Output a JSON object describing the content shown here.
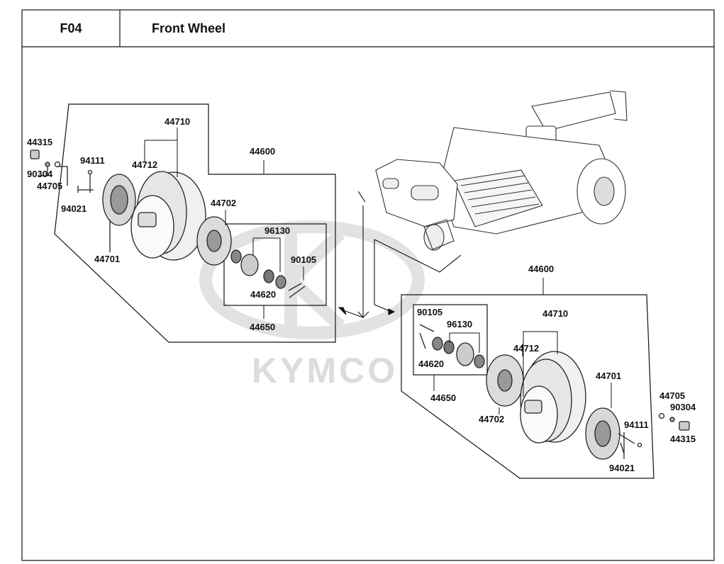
{
  "header": {
    "code": "F04",
    "title": "Front Wheel"
  },
  "watermark": {
    "brand": "KYMCO"
  },
  "left_assembly": {
    "parts": {
      "p44315": "44315",
      "p90304": "90304",
      "p44705": "44705",
      "p94111": "94111",
      "p94021": "94021",
      "p44712": "44712",
      "p44710": "44710",
      "p44701": "44701",
      "p44600": "44600",
      "p44702": "44702",
      "p96130": "96130",
      "p90105": "90105",
      "p44620": "44620",
      "p44650": "44650"
    }
  },
  "right_assembly": {
    "parts": {
      "p44600": "44600",
      "p90105": "90105",
      "p96130": "96130",
      "p44620": "44620",
      "p44650": "44650",
      "p44710": "44710",
      "p44712": "44712",
      "p44702": "44702",
      "p44701": "44701",
      "p44705": "44705",
      "p90304": "90304",
      "p44315": "44315",
      "p94111": "94111",
      "p94021": "94021"
    }
  },
  "colors": {
    "line": "#111111",
    "watermark": "#dcdcdc"
  }
}
